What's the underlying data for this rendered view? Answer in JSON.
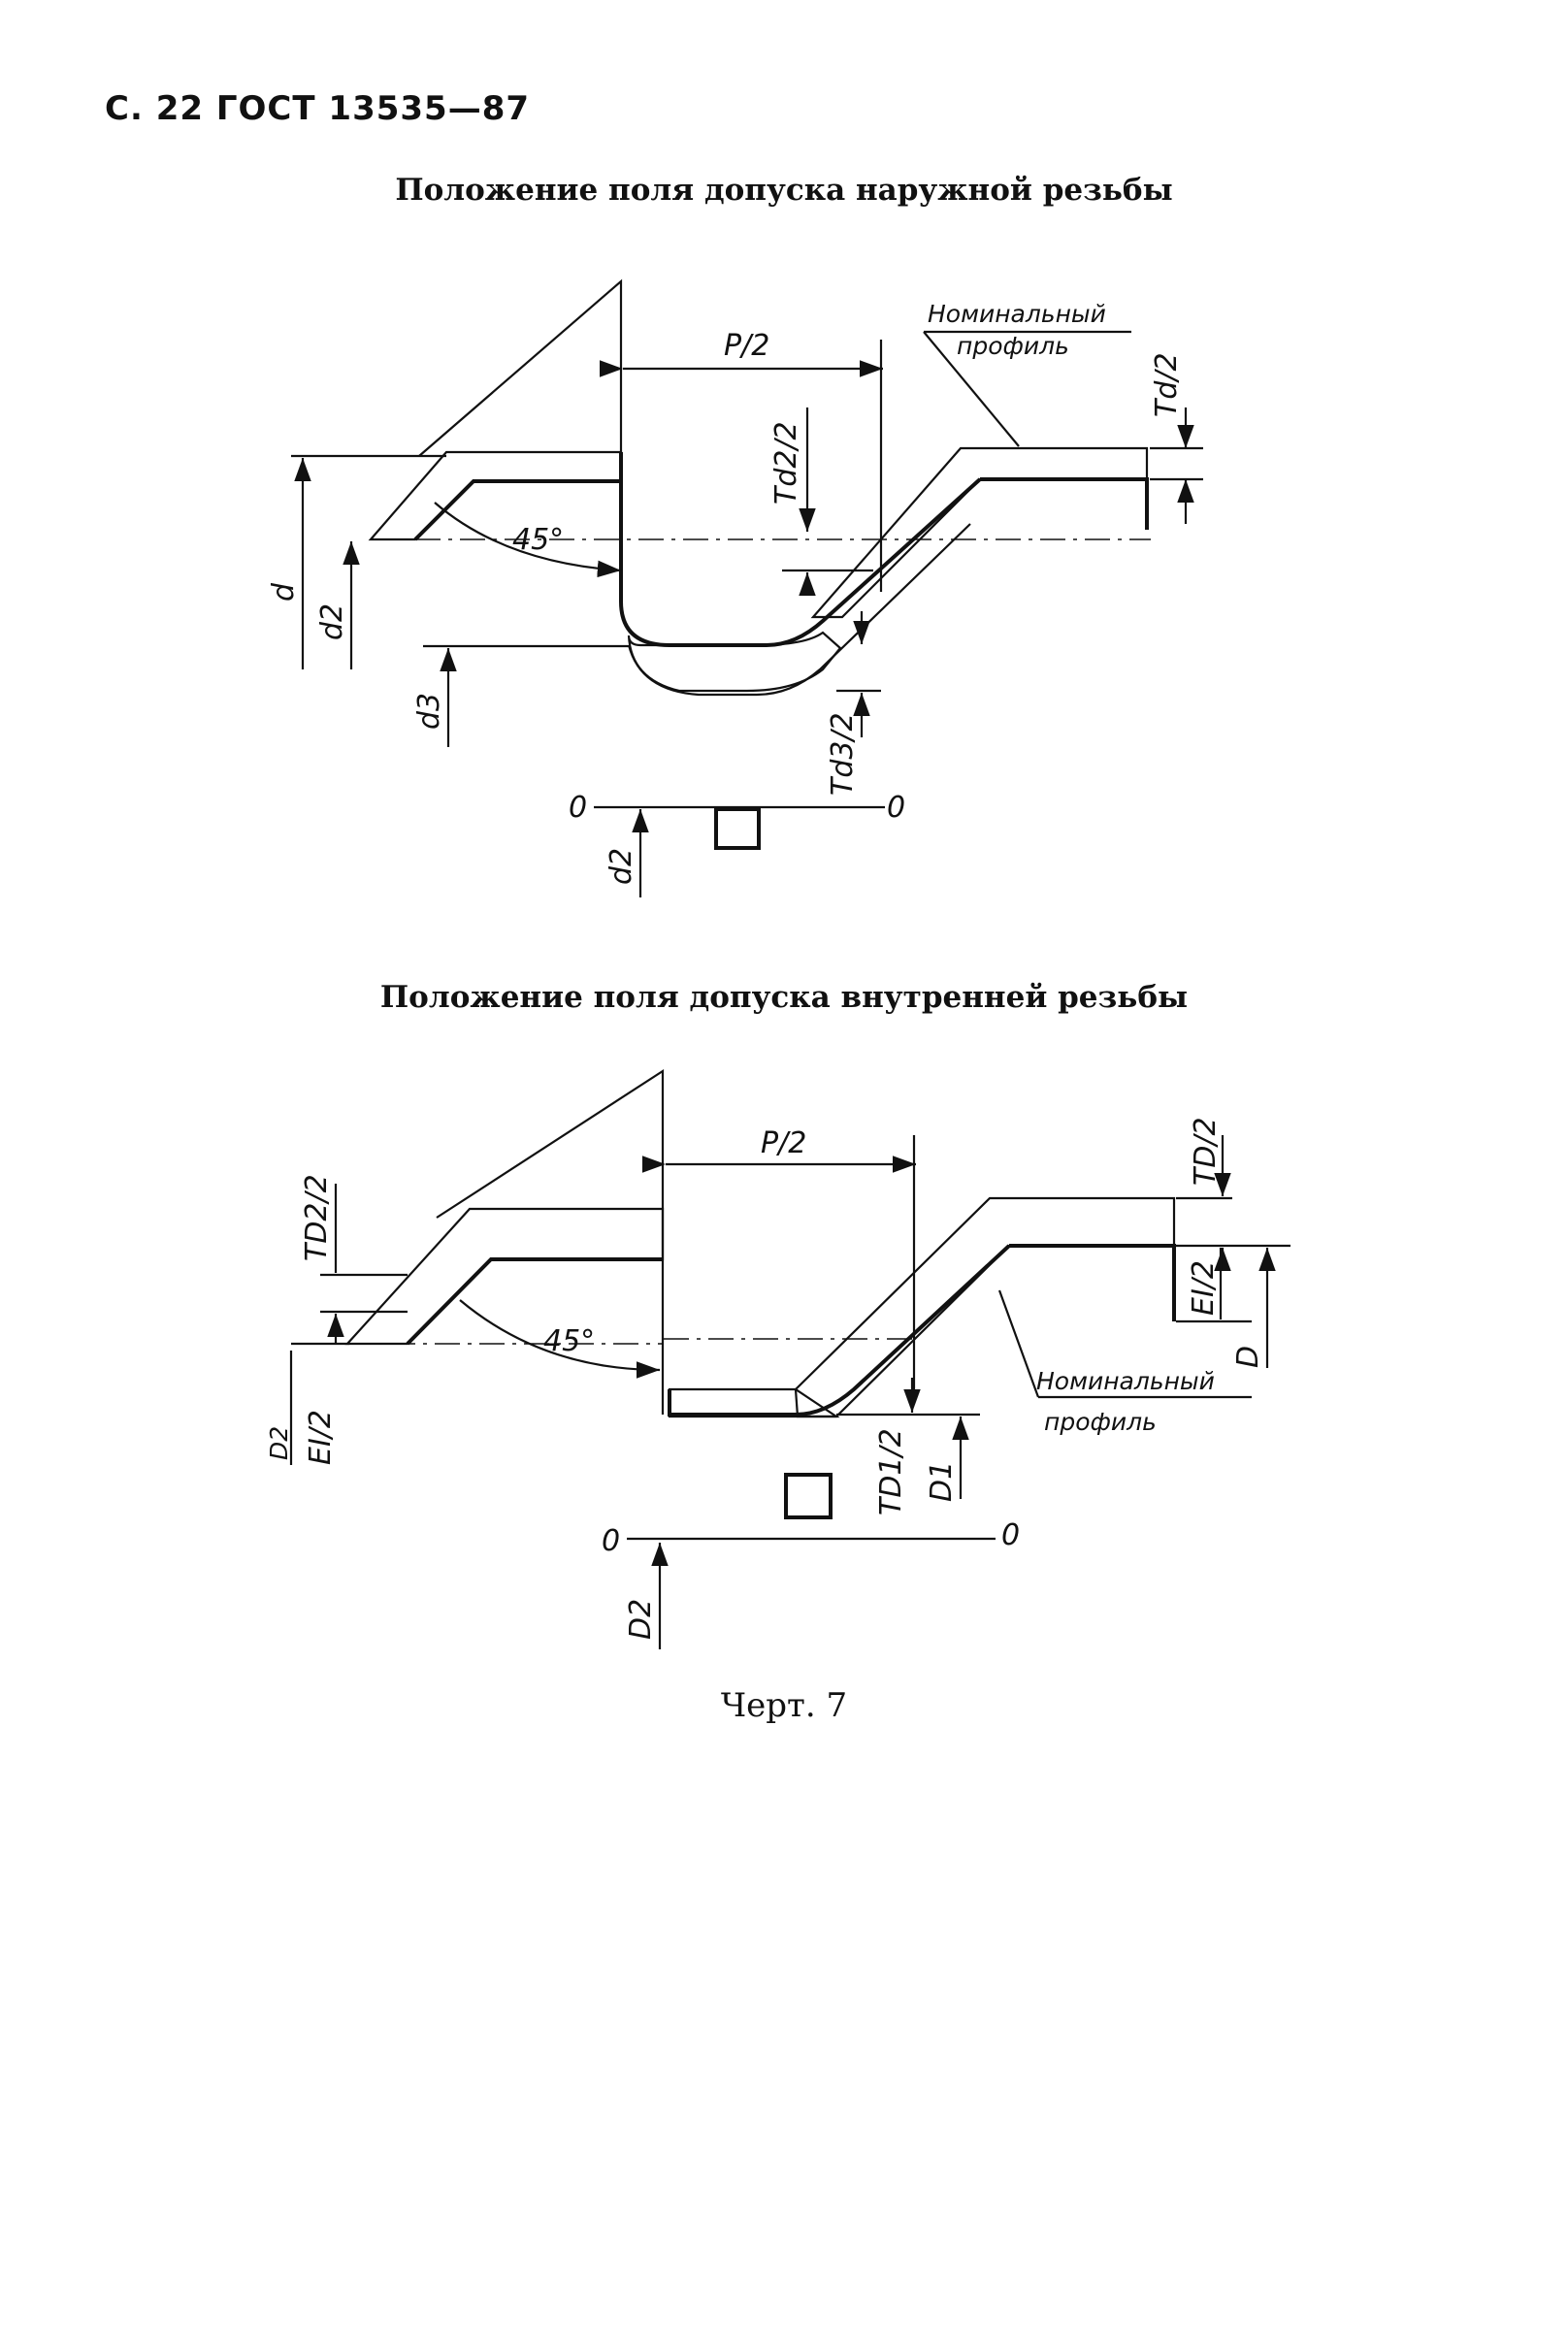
{
  "header": "С. 22 ГОСТ 13535—87",
  "figure_external": {
    "title": "Положение поля допуска наружной резьбы",
    "labels": {
      "p2": "P/2",
      "nominal_line1": "Номинальный",
      "nominal_line2": "профиль",
      "td": "Td/2",
      "td2": "Td2/2",
      "td3": "Td3/2",
      "angle": "45°",
      "d": "d",
      "d2": "d2",
      "d3": "d3",
      "zero_left": "0",
      "zero_right": "0",
      "d2_bottom": "d2"
    }
  },
  "figure_internal": {
    "title": "Положение поля допуска внутренней резьбы",
    "labels": {
      "p2": "P/2",
      "nominal_line1": "Номинальный",
      "nominal_line2": "профиль",
      "tp": "TD/2",
      "tp2": "TD2/2",
      "tp1": "TD1/2",
      "ei_left": "EI/2",
      "ei_left_top": "D2",
      "ei_right": "EI/2",
      "angle": "45°",
      "D": "D",
      "D1": "D1",
      "zero_left": "0",
      "zero_right": "0",
      "D2_bottom": "D2"
    }
  },
  "caption": "Черт. 7"
}
